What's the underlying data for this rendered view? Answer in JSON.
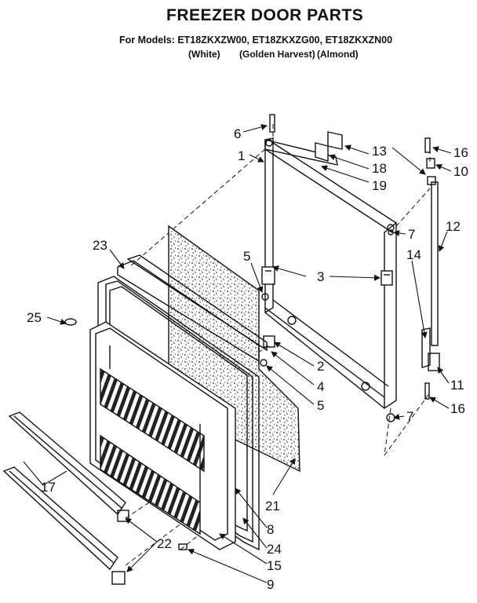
{
  "header": {
    "title": "FREEZER DOOR PARTS",
    "models_prefix": "For Models:",
    "models": [
      {
        "number": "ET18ZKXZW00",
        "color": "(White)"
      },
      {
        "number": "ET18ZKXZG00",
        "color": "(Golden Harvest)"
      },
      {
        "number": "ET18ZKXZN00",
        "color": "(Almond)"
      }
    ]
  },
  "diagram": {
    "callouts": [
      {
        "id": "c6",
        "label": "6"
      },
      {
        "id": "c1",
        "label": "1"
      },
      {
        "id": "c13",
        "label": "13"
      },
      {
        "id": "c16a",
        "label": "16"
      },
      {
        "id": "c10",
        "label": "10"
      },
      {
        "id": "c18",
        "label": "18"
      },
      {
        "id": "c19",
        "label": "19"
      },
      {
        "id": "c7a",
        "label": "7"
      },
      {
        "id": "c12",
        "label": "12"
      },
      {
        "id": "c23",
        "label": "23"
      },
      {
        "id": "c5a",
        "label": "5"
      },
      {
        "id": "c3",
        "label": "3"
      },
      {
        "id": "c14",
        "label": "14"
      },
      {
        "id": "c25",
        "label": "25"
      },
      {
        "id": "c2",
        "label": "2"
      },
      {
        "id": "c4",
        "label": "4"
      },
      {
        "id": "c11",
        "label": "11"
      },
      {
        "id": "c5b",
        "label": "5"
      },
      {
        "id": "c16b",
        "label": "16"
      },
      {
        "id": "c7b",
        "label": "7"
      },
      {
        "id": "c17",
        "label": "17"
      },
      {
        "id": "c21",
        "label": "21"
      },
      {
        "id": "c8",
        "label": "8"
      },
      {
        "id": "c22",
        "label": "22"
      },
      {
        "id": "c24",
        "label": "24"
      },
      {
        "id": "c15",
        "label": "15"
      },
      {
        "id": "c9",
        "label": "9"
      }
    ]
  }
}
